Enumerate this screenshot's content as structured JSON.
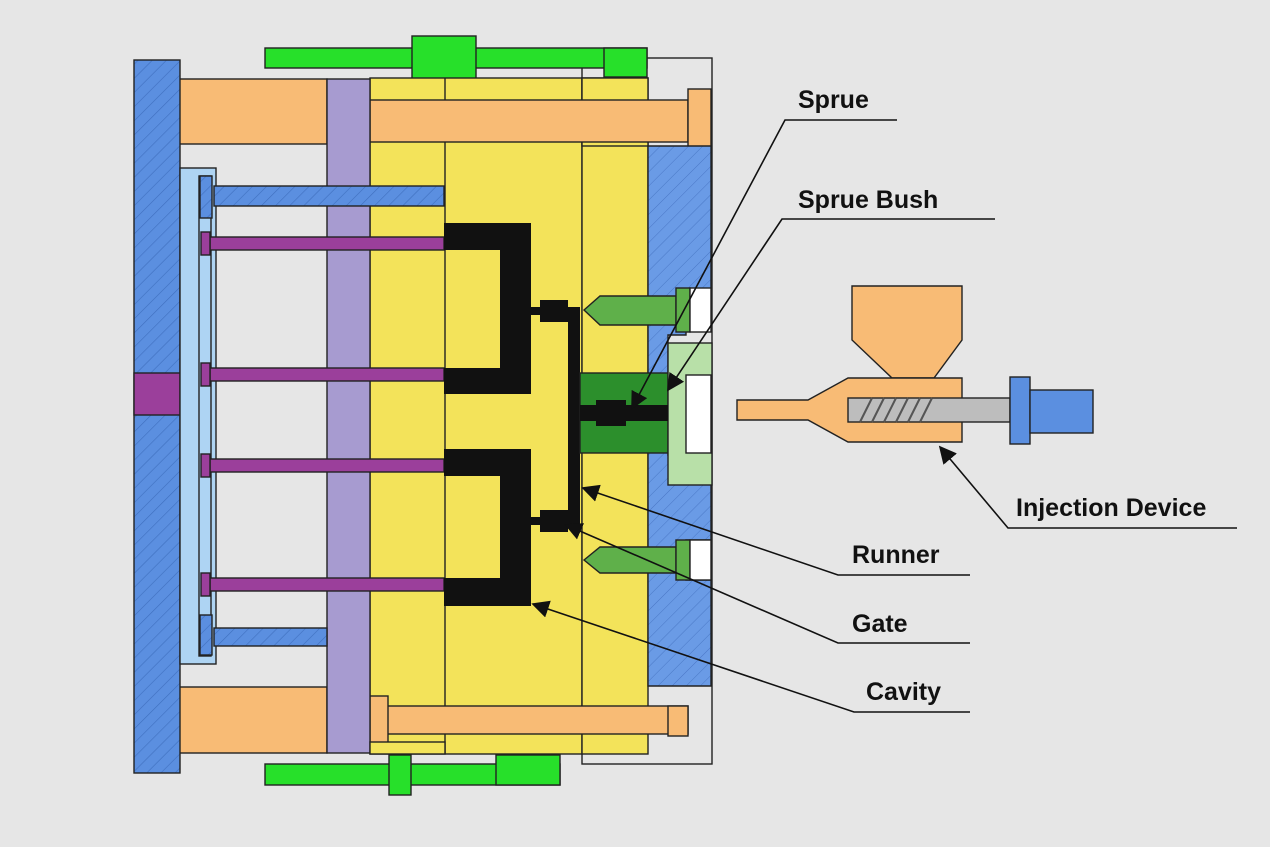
{
  "labels": {
    "sprue": "Sprue",
    "sprue_bush": "Sprue Bush",
    "injection_device": "Injection Device",
    "runner": "Runner",
    "gate": "Gate",
    "cavity": "Cavity"
  },
  "colors": {
    "background": "#e6e6e6",
    "clamp_plate": "#5b8fe0",
    "ejector_plate": "#aed4f3",
    "guide_block": "#f8bb75",
    "spacer": "#a79bd0",
    "mold_plate": "#f3e35a",
    "cavity_runner": "#111111",
    "green_part": "#27e02a",
    "nozzle": "#5fb04a",
    "ejector_pin": "#9b3f9b",
    "screw_barrel": "#bdbdbd",
    "light_green": "#b8e0a8"
  }
}
